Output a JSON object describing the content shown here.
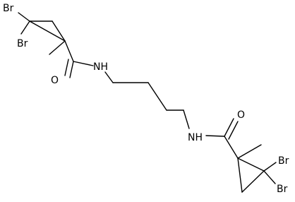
{
  "molecule": {
    "atoms": {
      "br_top_left_1": "Br",
      "br_top_left_2": "Br",
      "o_left": "O",
      "nh_left": "NH",
      "nh_right": "NH",
      "o_right": "O",
      "br_bottom_right_1": "Br",
      "br_bottom_right_2": "Br"
    }
  },
  "colors": {
    "bond": "#000000",
    "label": "#000000",
    "background": "#ffffff"
  }
}
